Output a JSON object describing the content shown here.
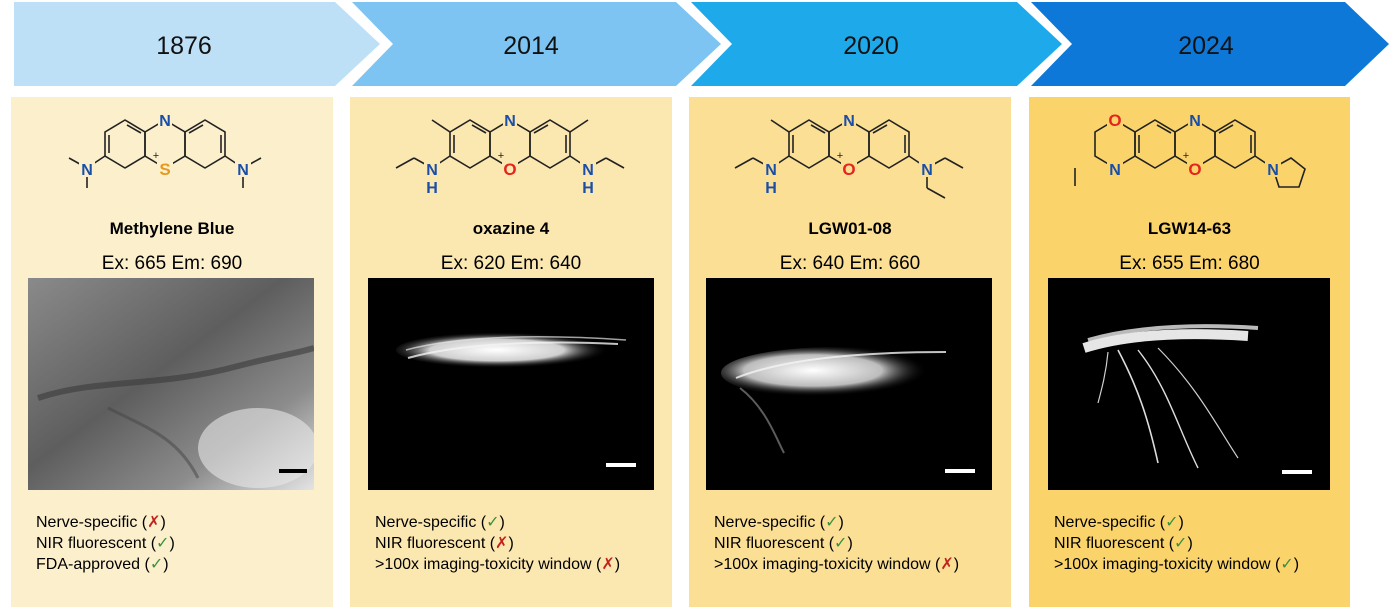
{
  "timeline": {
    "years": [
      "1876",
      "2014",
      "2020",
      "2024"
    ],
    "colors": [
      "#bde0f7",
      "#7ec4f2",
      "#1eaaea",
      "#0d78d8"
    ]
  },
  "panels": [
    {
      "name": "Methylene Blue",
      "spectra": "Ex: 665 Em: 690",
      "bg": "#fcf0cc",
      "heteroatom": "S",
      "heteroatom_color": "#e69a1d",
      "nitrogen_label": "N",
      "charge": "+",
      "left_group": "N",
      "right_group": "N",
      "properties": [
        {
          "label": "Nerve-specific",
          "mark": "✗",
          "ok": false
        },
        {
          "label": "NIR fluorescent",
          "mark": "✓",
          "ok": true
        },
        {
          "label": "FDA-approved",
          "mark": "✓",
          "ok": true
        }
      ]
    },
    {
      "name": "oxazine 4",
      "spectra": "Ex: 620 Em: 640",
      "bg": "#fbe7b0",
      "heteroatom": "O",
      "heteroatom_color": "#e5241d",
      "nitrogen_label": "N",
      "charge": "+",
      "left_group": "N",
      "left_h": "H",
      "right_group": "N",
      "right_h": "H",
      "properties": [
        {
          "label": "Nerve-specific",
          "mark": "✓",
          "ok": true
        },
        {
          "label": "NIR fluorescent",
          "mark": "✗",
          "ok": false
        },
        {
          "label": ">100x imaging-toxicity window",
          "mark": "✗",
          "ok": false
        }
      ]
    },
    {
      "name": "LGW01-08",
      "spectra": "Ex: 640 Em: 660",
      "bg": "#fbdf95",
      "heteroatom": "O",
      "heteroatom_color": "#e5241d",
      "nitrogen_label": "N",
      "charge": "+",
      "left_group": "N",
      "left_h": "H",
      "right_group": "N",
      "properties": [
        {
          "label": "Nerve-specific",
          "mark": "✓",
          "ok": true
        },
        {
          "label": "NIR fluorescent",
          "mark": "✓",
          "ok": true
        },
        {
          "label": ">100x imaging-toxicity window",
          "mark": "✗",
          "ok": false
        }
      ]
    },
    {
      "name": "LGW14-63",
      "spectra": "Ex: 655 Em: 680",
      "bg": "#fad46b",
      "heteroatom": "O",
      "heteroatom_color": "#e5241d",
      "nitrogen_label": "N",
      "charge": "+",
      "left_group": "N",
      "left_o": "O",
      "right_group": "N",
      "properties": [
        {
          "label": "Nerve-specific",
          "mark": "✓",
          "ok": true
        },
        {
          "label": "NIR fluorescent",
          "mark": "✓",
          "ok": true
        },
        {
          "label": ">100x imaging-toxicity window",
          "mark": "✓",
          "ok": true
        }
      ]
    }
  ],
  "colors": {
    "nitrogen": "#1a4ea8",
    "bond": "#222222",
    "check": "#3d8f3d",
    "cross": "#c0221c"
  }
}
